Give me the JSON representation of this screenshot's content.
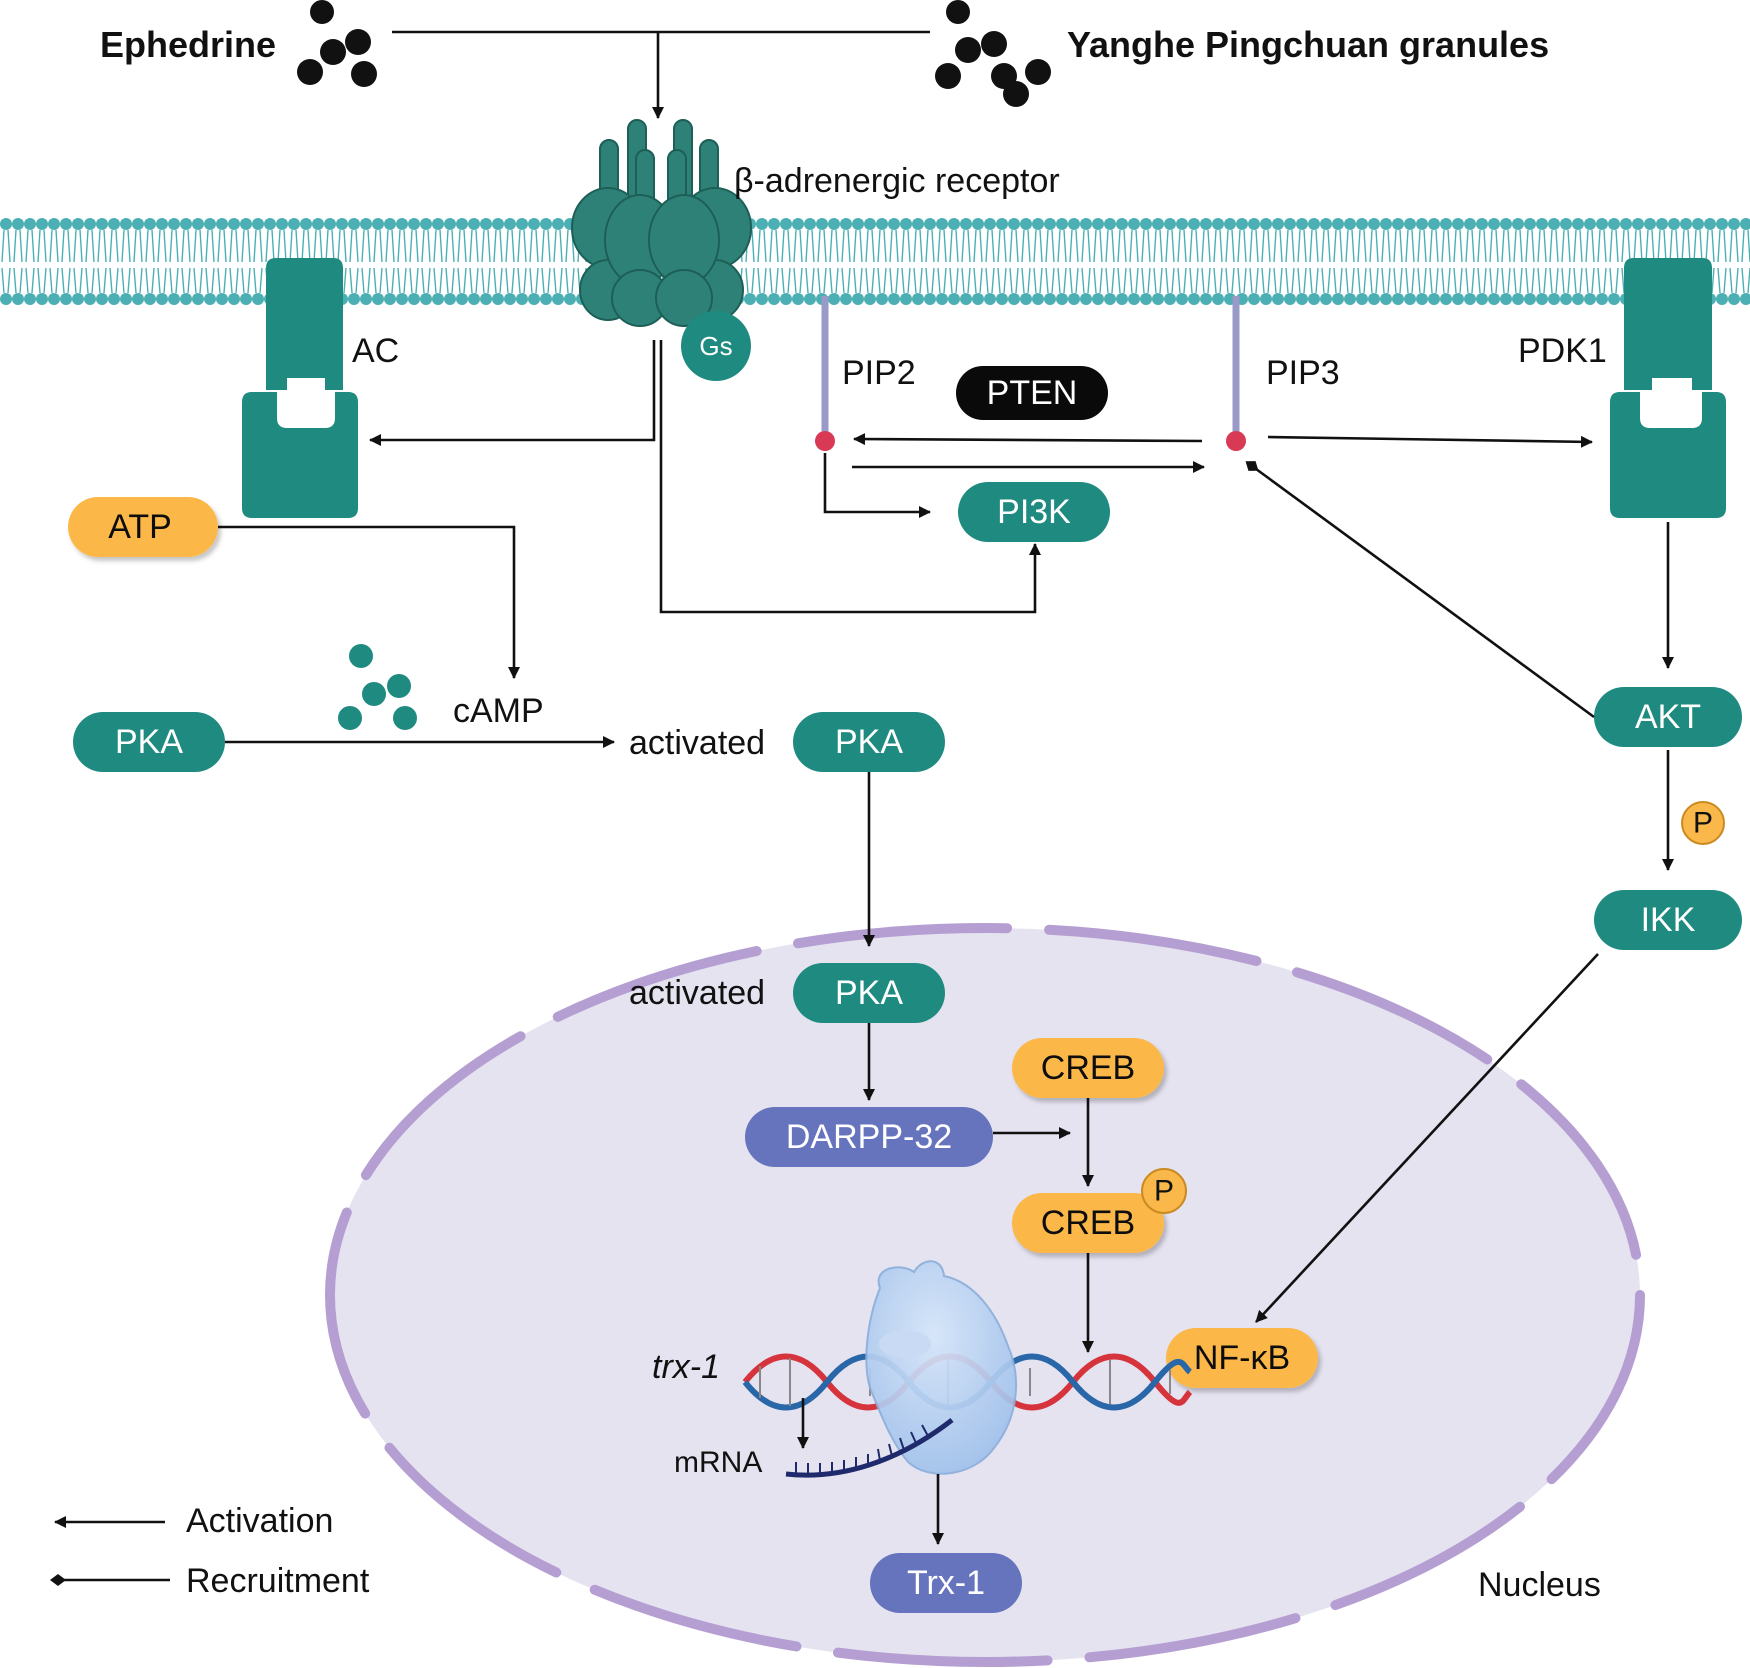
{
  "colors": {
    "teal": "#1f8a80",
    "receptor": "#2e8177",
    "orange": "#fbb84a",
    "purple_node": "#6673bd",
    "nucleus_fill": "#e5e3f0",
    "nucleus_border": "#b59fd2",
    "membrane": "#4bafb4",
    "pten": "#0a0a0a",
    "lipid_dot": "#d83a55",
    "lipid_stem": "#9a9ac9",
    "dna_red": "#d6343c",
    "dna_blue": "#2a67a8",
    "ribosome": "#a9c9ef"
  },
  "labels": {
    "ephedrine": "Ephedrine",
    "yanghe": "Yanghe Pingchuan granules",
    "receptor": "β-adrenergic receptor",
    "ac": "AC",
    "gs": "Gs",
    "pip2": "PIP2",
    "pip3": "PIP3",
    "pdk1": "PDK1",
    "camp": "cAMP",
    "activated_1": "activated",
    "activated_2": "activated",
    "trx1_gene": "trx-1",
    "mrna": "mRNA",
    "nucleus": "Nucleus",
    "p_akt": "P",
    "p_creb": "P"
  },
  "nodes": {
    "pten": "PTEN",
    "pi3k": "PI3K",
    "atp": "ATP",
    "pka_inactive": "PKA",
    "pka_activated": "PKA",
    "pka_nuclear": "PKA",
    "akt": "AKT",
    "ikk": "IKK",
    "darpp32": "DARPP-32",
    "creb": "CREB",
    "creb_p": "CREB",
    "nfkb": "NF-κB",
    "trx1_protein": "Trx-1"
  },
  "legend": {
    "activation": "Activation",
    "recruitment": "Recruitment"
  }
}
